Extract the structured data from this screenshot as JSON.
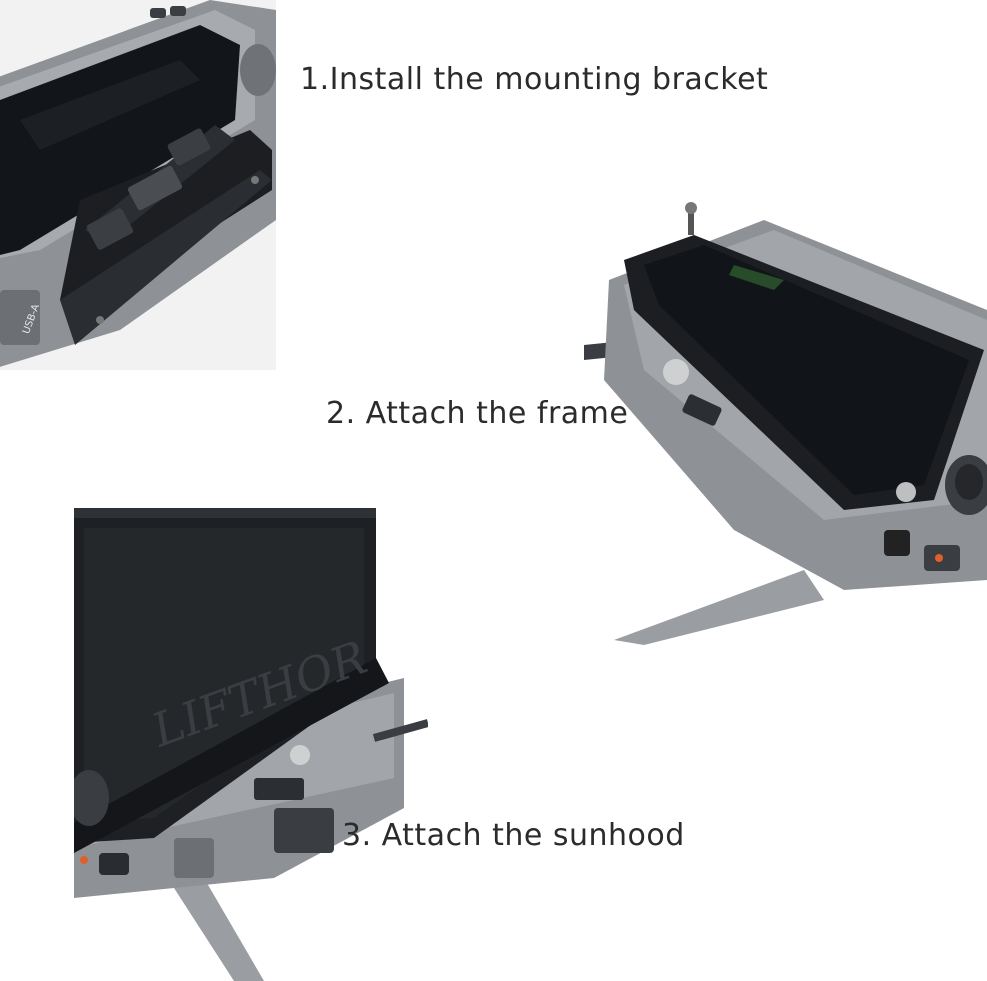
{
  "steps": [
    {
      "label": "1.Install the mounting bracket"
    },
    {
      "label": "2. Attach the frame"
    },
    {
      "label": "3. Attach the sunhood"
    }
  ],
  "product_labels": {
    "port_label": "USB-A",
    "brand_emboss": "LIFTHOR"
  },
  "colors": {
    "background": "#ffffff",
    "caption_text": "#2b2b2b",
    "controller_gray": "#8e9296",
    "bracket_black": "#1c1e21",
    "screen_black": "#111418"
  }
}
